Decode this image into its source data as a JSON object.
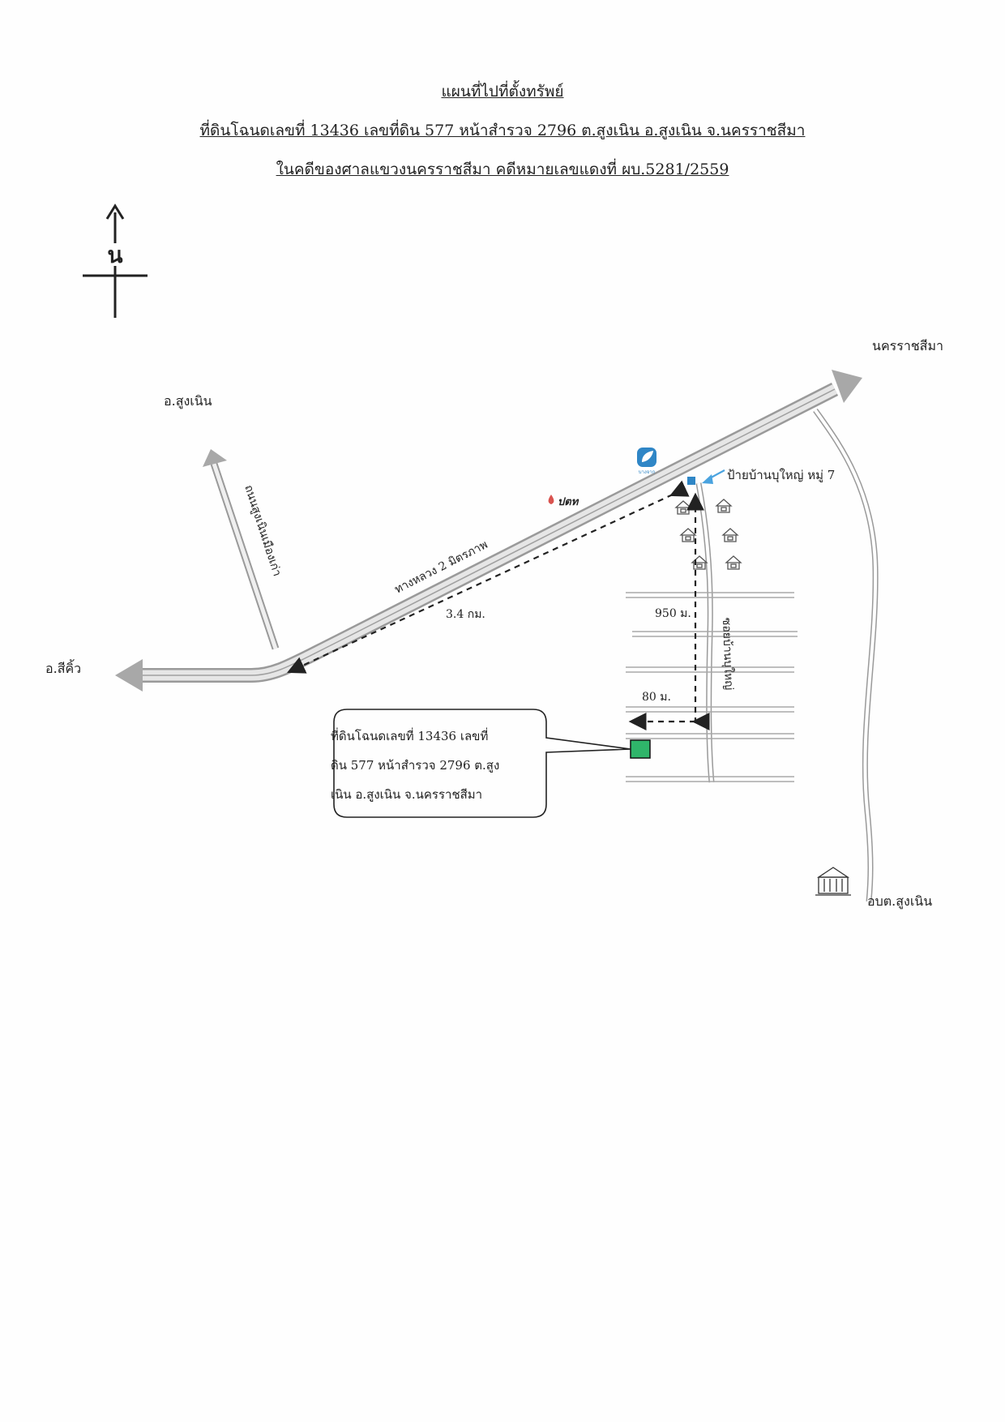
{
  "header": {
    "title": "แผนที่ไปที่ตั้งทรัพย์",
    "line2": "ที่ดินโฉนดเลขที่  13436  เลขที่ดิน 577  หน้าสำรวจ 2796  ต.สูงเนิน  อ.สูงเนิน  จ.นครราชสีมา",
    "line3": "ในคดีของศาลแขวงนครราชสีมา   คดีหมายเลขแดงที่  ผบ.5281/2559"
  },
  "compass": {
    "north_label": "น"
  },
  "places": {
    "nakhon_ratchasima": "นครราชสีมา",
    "sung_noen": "อ.สูงเนิน",
    "sikhio": "อ.สีคิ้ว",
    "obt": "อบต.สูงเนิน",
    "village_sign": "ป้ายบ้านบุใหญ่ หมู่ 7"
  },
  "roads": {
    "highway": "ทางหลวง 2 มิตรภาพ",
    "side_road": "ถนนสูงเนินเมืองเก่า",
    "soi": "ซอยบ้านบุใหญ่"
  },
  "distances": {
    "highway": "3.4 กม.",
    "soi": "950 ม.",
    "offset": "80 ม."
  },
  "brands": {
    "ptt": "ปตท",
    "bangchak": "บางจาก"
  },
  "callout": {
    "line1": "ที่ดินโฉนดเลขที่   13436  เลขที่",
    "line2": "ดิน 577  หน้าสำรวจ 2796  ต.สูง",
    "line3": "เนิน  อ.สูงเนิน  จ.นครราชสีมา"
  },
  "colors": {
    "road_fill": "#e8e8e8",
    "road_edge": "#9a9a9a",
    "arrow_head": "#a8a8a8",
    "plot": "#2fb56a",
    "bangchak": "#2f86c6",
    "ptt": "#d9534f",
    "sign_arrow": "#4aa3df"
  }
}
